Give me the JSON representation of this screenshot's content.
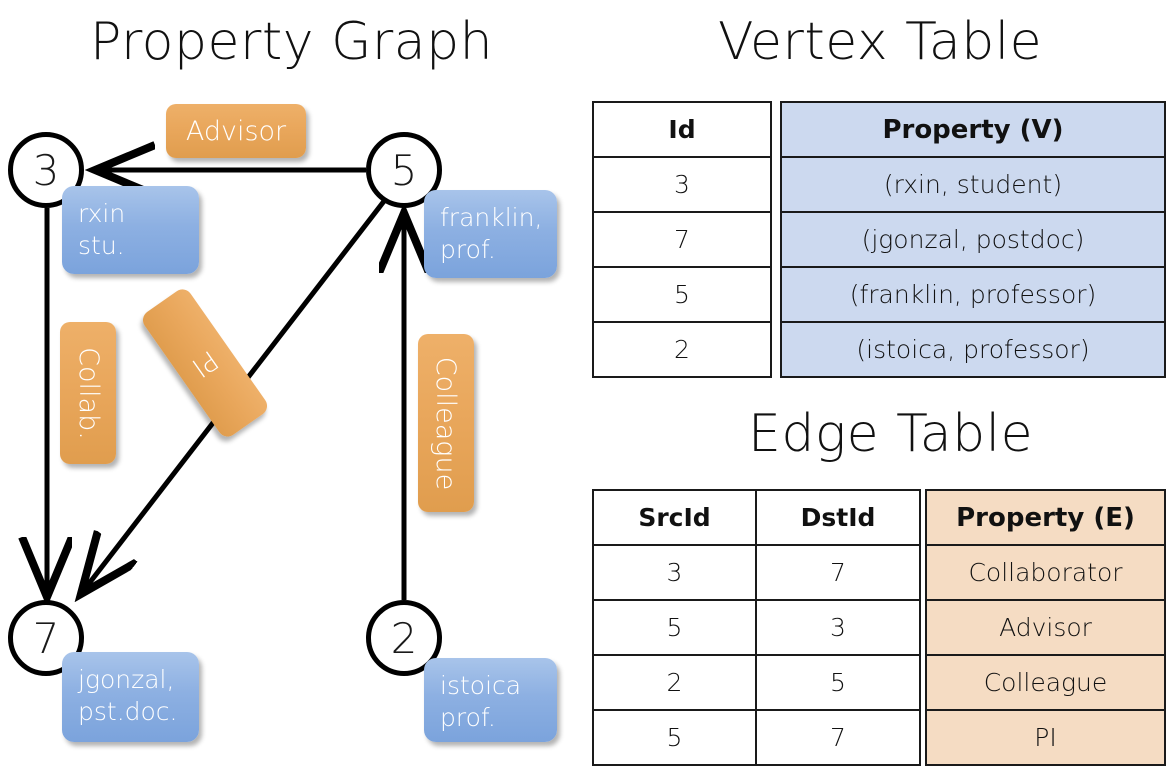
{
  "titles": {
    "property_graph": "Property Graph",
    "vertex_table": "Vertex Table",
    "edge_table": "Edge Table"
  },
  "colors": {
    "vertex_property_fill": "#ccd9ef",
    "edge_property_fill": "#f5dcc3",
    "node_box_blue": "#8db0e2",
    "edge_label_orange": "#e9a75c",
    "stroke": "#000000"
  },
  "graph": {
    "nodes": [
      {
        "id": "3",
        "property": "rxin\nstu."
      },
      {
        "id": "5",
        "property": "franklin,\nprof."
      },
      {
        "id": "7",
        "property": "jgonzal,\npst.doc."
      },
      {
        "id": "2",
        "property": "istoica\nprof."
      }
    ],
    "edge_labels": [
      {
        "name": "advisor",
        "text": "Advisor"
      },
      {
        "name": "collab",
        "text": "Collab."
      },
      {
        "name": "pi",
        "text": "PI"
      },
      {
        "name": "colleague",
        "text": "Colleague"
      }
    ],
    "edges": [
      {
        "from": "5",
        "to": "3",
        "label": "Advisor"
      },
      {
        "from": "3",
        "to": "7",
        "label": "Collab."
      },
      {
        "from": "5",
        "to": "7",
        "label": "PI"
      },
      {
        "from": "2",
        "to": "5",
        "label": "Colleague"
      }
    ]
  },
  "vertex_table": {
    "headers": [
      "Id",
      "Property (V)"
    ],
    "rows": [
      {
        "id": "3",
        "property": "(rxin, student)"
      },
      {
        "id": "7",
        "property": "(jgonzal, postdoc)"
      },
      {
        "id": "5",
        "property": "(franklin, professor)"
      },
      {
        "id": "2",
        "property": "(istoica, professor)"
      }
    ]
  },
  "edge_table": {
    "headers": [
      "SrcId",
      "DstId",
      "Property (E)"
    ],
    "rows": [
      {
        "src": "3",
        "dst": "7",
        "property": "Collaborator"
      },
      {
        "src": "5",
        "dst": "3",
        "property": "Advisor"
      },
      {
        "src": "2",
        "dst": "5",
        "property": "Colleague"
      },
      {
        "src": "5",
        "dst": "7",
        "property": "PI"
      }
    ]
  }
}
